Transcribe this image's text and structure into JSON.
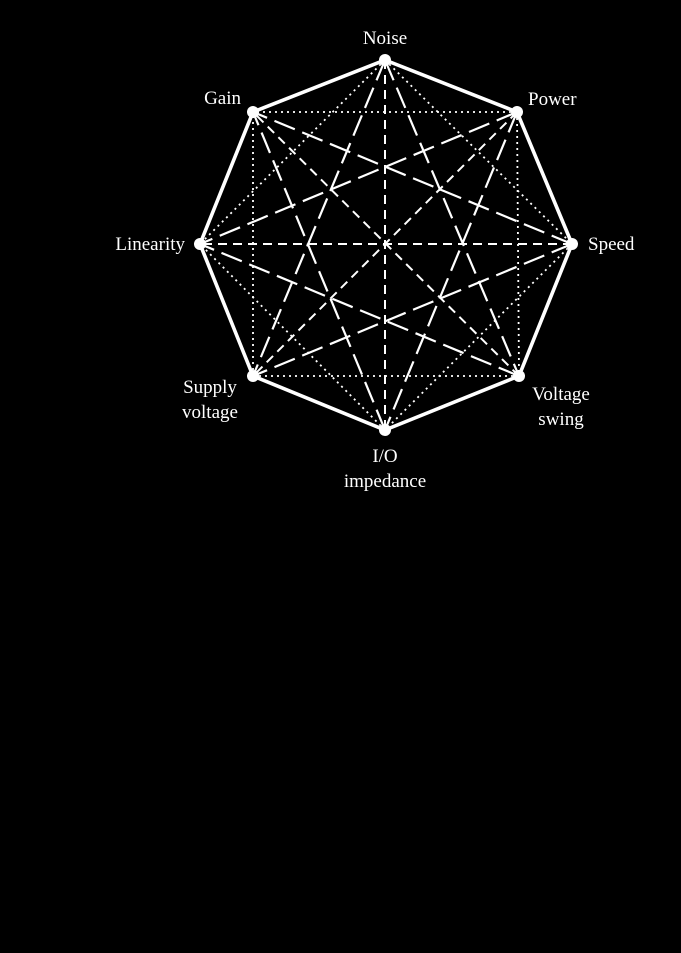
{
  "diagram": {
    "colors": {
      "background": "#000000",
      "foreground": "#ffffff"
    },
    "nodes": [
      {
        "id": "noise",
        "lines": [
          "Noise"
        ]
      },
      {
        "id": "power",
        "lines": [
          "Power"
        ]
      },
      {
        "id": "speed",
        "lines": [
          "Speed"
        ]
      },
      {
        "id": "voltage-swing",
        "lines": [
          "Voltage",
          "swing"
        ]
      },
      {
        "id": "io-impedance",
        "lines": [
          "I/O",
          "impedance"
        ]
      },
      {
        "id": "supply-voltage",
        "lines": [
          "Supply",
          "voltage"
        ]
      },
      {
        "id": "linearity",
        "lines": [
          "Linearity"
        ]
      },
      {
        "id": "gain",
        "lines": [
          "Gain"
        ]
      }
    ],
    "edge_styles": {
      "1": "solid",
      "2": "dotted",
      "3": "long-dash",
      "4": "dashed"
    }
  }
}
